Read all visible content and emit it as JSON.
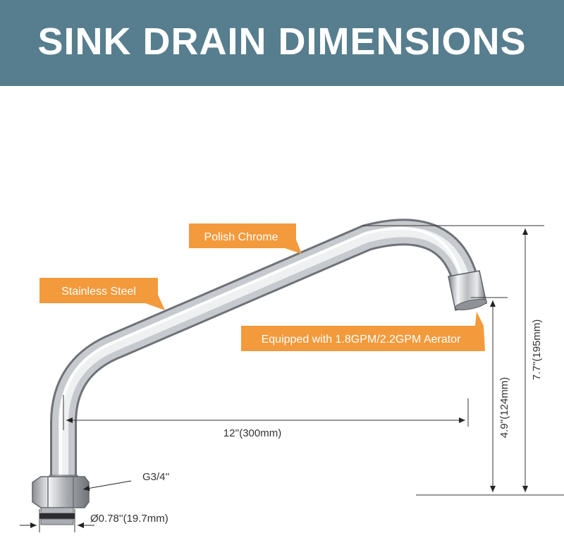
{
  "banner": {
    "title": "SINK DRAIN DIMENSIONS"
  },
  "callouts": {
    "polish_chrome": "Polish Chrome",
    "stainless_steel": "Stainless Steel",
    "aerator": "Equipped with 1.8GPM/2.2GPM Aerator"
  },
  "dimensions": {
    "spout_reach": "12''(300mm)",
    "outlet_height": "4.9''(124mm)",
    "total_height": "7.7''(195mm)",
    "thread": "G3/4''",
    "diameter": "Ø0.78''(19.7mm)"
  },
  "colors": {
    "banner": "#567e8e",
    "callout": "#f39a3c"
  }
}
